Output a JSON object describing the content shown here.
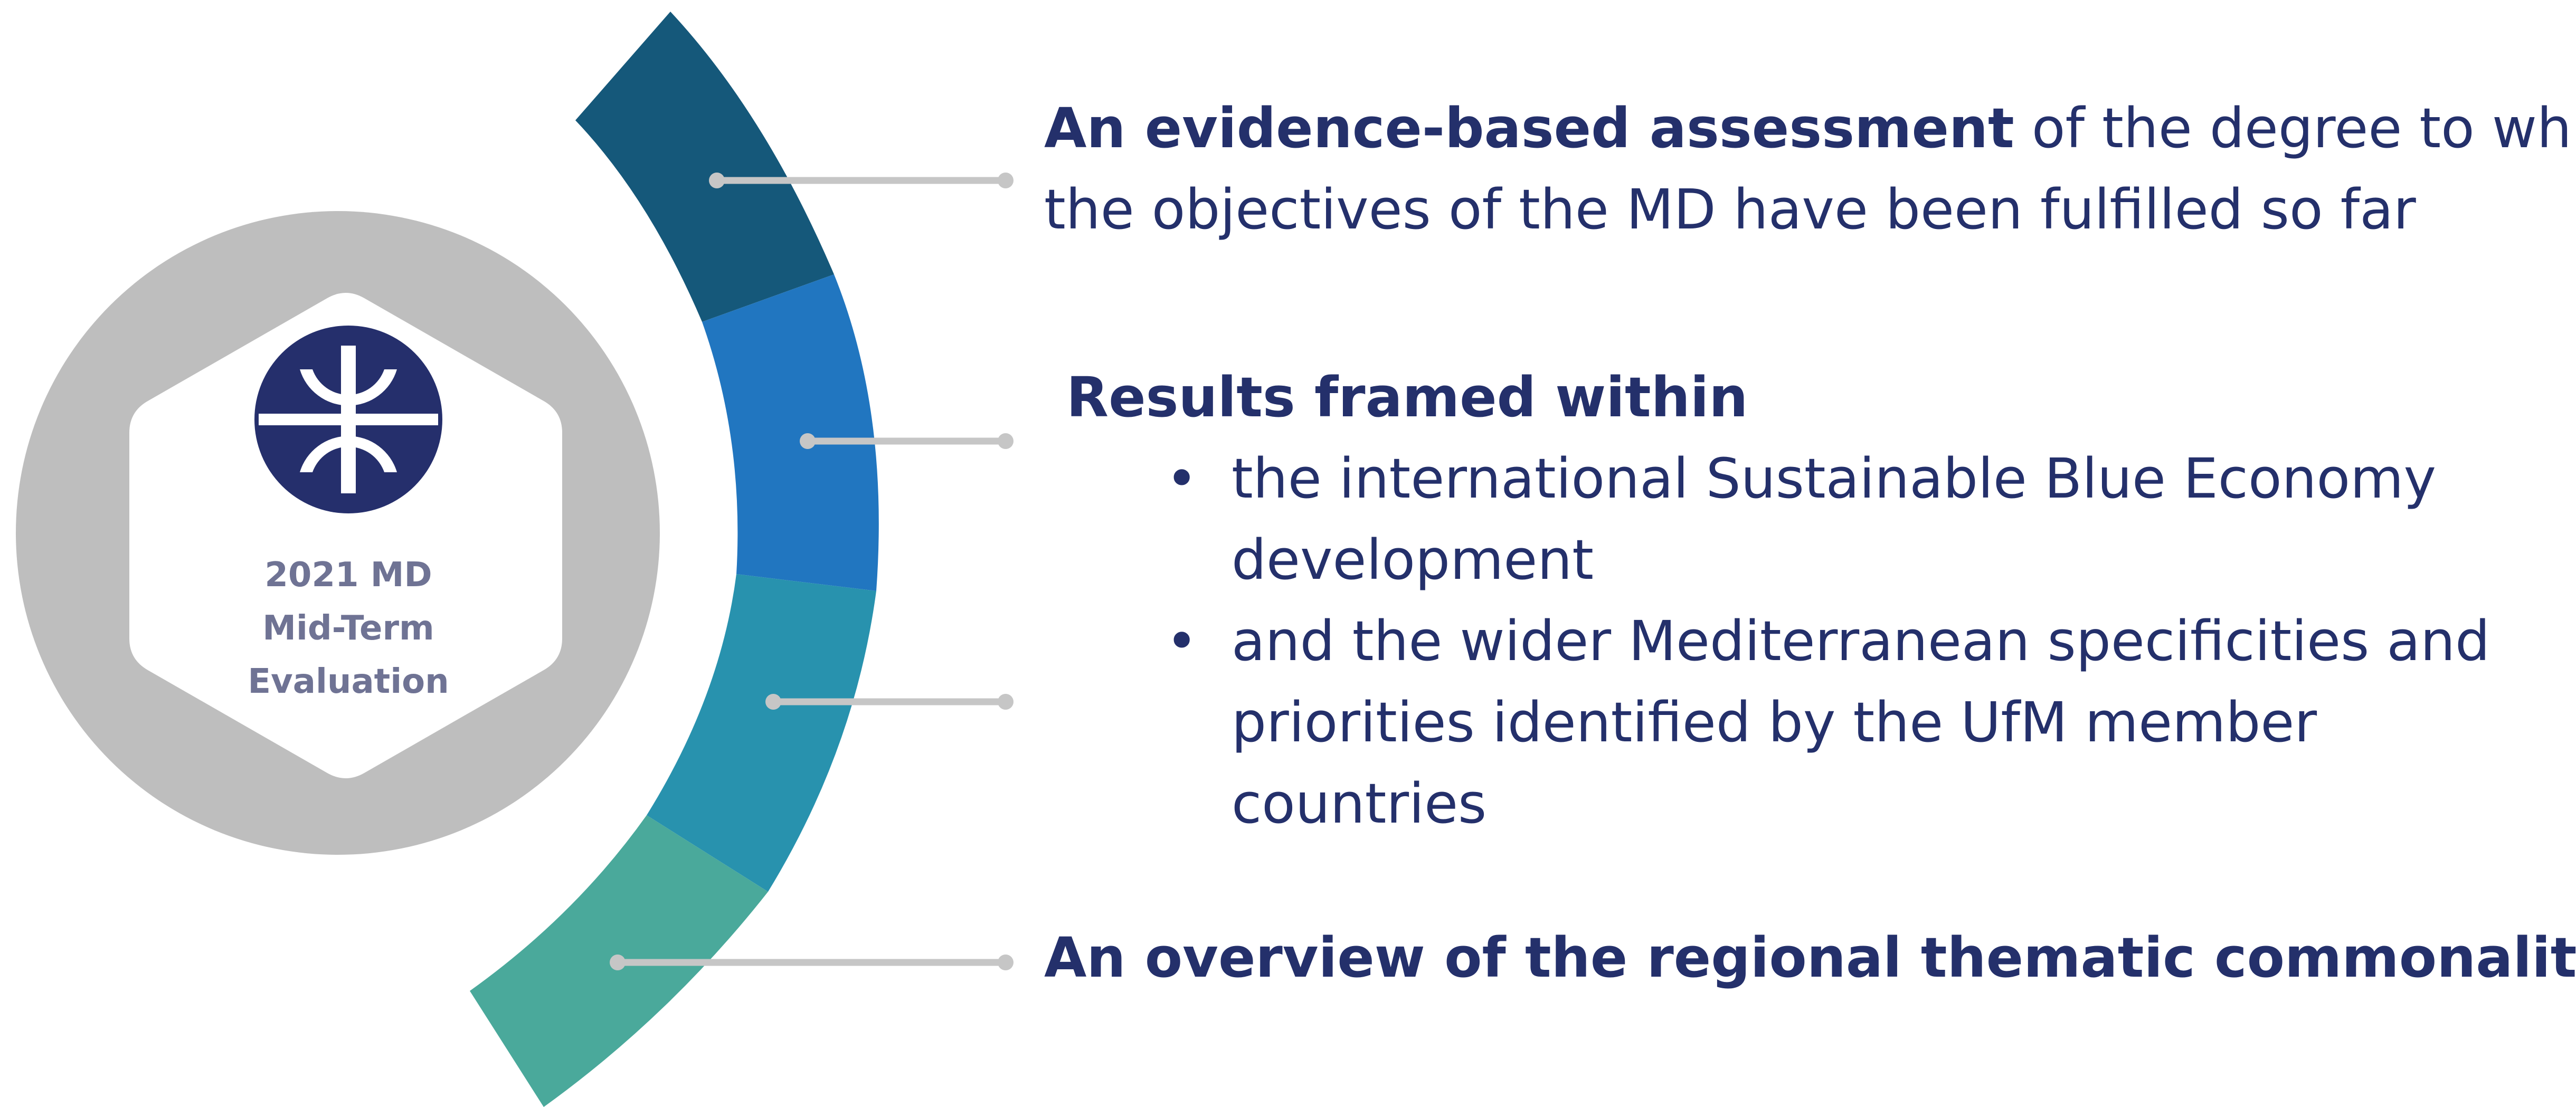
{
  "badge": {
    "lines": [
      "2021 MD",
      "Mid-Term",
      "Evaluation"
    ]
  },
  "items": [
    {
      "bold": "An evidence-based assessment",
      "line1_rest": " of the degree to which",
      "line2": "the objectives of the MD have been fulfilled so far"
    },
    {
      "heading": "Results framed within",
      "bullets": [
        {
          "lines": [
            "the international Sustainable Blue Economy",
            "development"
          ]
        },
        {
          "lines": [
            "and the wider Mediterranean specificities and",
            "priorities identified by the UfM member",
            "countries"
          ]
        }
      ]
    },
    {
      "heading": "An overview of the regional thematic commonalities"
    }
  ],
  "colors": {
    "segment_1": "#15587a",
    "segment_2": "#2176c0",
    "segment_3": "#2892ae",
    "segment_4": "#4aa99b",
    "ring": "#bebebe",
    "logo": "#252f6c",
    "text": "#24306b",
    "connector": "#c6c6c6"
  },
  "icons": {
    "logo": "ufm-logo-icon"
  }
}
